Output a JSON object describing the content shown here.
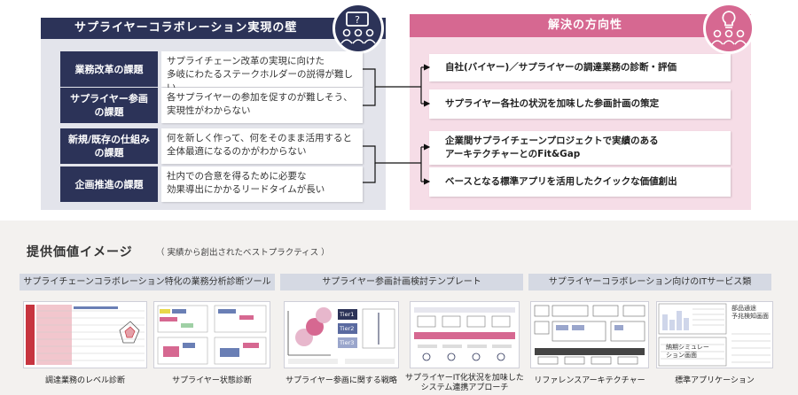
{
  "walls": {
    "title": "サプライヤーコラボレーション実現の壁",
    "rows": [
      {
        "tag": "業務改革の課題",
        "desc1": "サプライチェーン改革の実現に向けた",
        "desc2": "多岐にわたるステークホルダーの説得が難しい"
      },
      {
        "tag": "サプライヤー参画",
        "tag2": "の課題",
        "desc1": "各サプライヤーの参加を促すのが難しそう、",
        "desc2": "実現性がわからない"
      },
      {
        "tag": "新規/既存の仕組み",
        "tag2": "の課題",
        "desc1": "何を新しく作って、何をそのまま活用すると",
        "desc2": "全体最適になるのかがわからない"
      },
      {
        "tag": "企画推進の課題",
        "desc1": "社内での合意を得るために必要な",
        "desc2": "効果導出にかかるリードタイムが長い"
      }
    ]
  },
  "direction": {
    "title": "解決の方向性",
    "items": [
      {
        "line1": "自社(バイヤー)／サプライヤーの調達業務の診断・評価"
      },
      {
        "line1": "サプライヤー各社の状況を加味した参画計画の策定"
      },
      {
        "line1": "企業間サプライチェーンプロジェクトで実績のある",
        "line2": "アーキテクチャーとのFit&Gap"
      },
      {
        "line1": "ベースとなる標準アプリを活用したクイックな価値創出"
      }
    ]
  },
  "value": {
    "title": "提供価値イメージ",
    "subtitle": "（ 実績から創出されたベストプラクティス ）",
    "categories": [
      "サプライチェーンコラボレーション特化の業務分析診断ツール",
      "サプライヤー参画計画検討テンプレート",
      "サプライヤーコラボレーション向けのITサービス類"
    ],
    "captions": [
      "調達業務のレベル診断",
      "サプライヤー状態診断",
      "サプライヤー参画に関する戦略",
      "サプライヤーIT化状況を加味した",
      "システム連携アプローチ",
      "リファレンスアーキテクチャー",
      "標準アプリケーション"
    ],
    "thumb_labels": {
      "parts": "部品通途",
      "forecast": "予兆検知画面",
      "delivery": "納期シミュレー",
      "delivery2": "ション画面",
      "tier1": "Tier1",
      "tier2": "Tier2",
      "tier3": "Tier3"
    }
  },
  "colors": {
    "navy": "#2c3358",
    "pink": "#d66891",
    "pink_light": "#f6dde7",
    "gray_panel": "#e3e4eb"
  }
}
